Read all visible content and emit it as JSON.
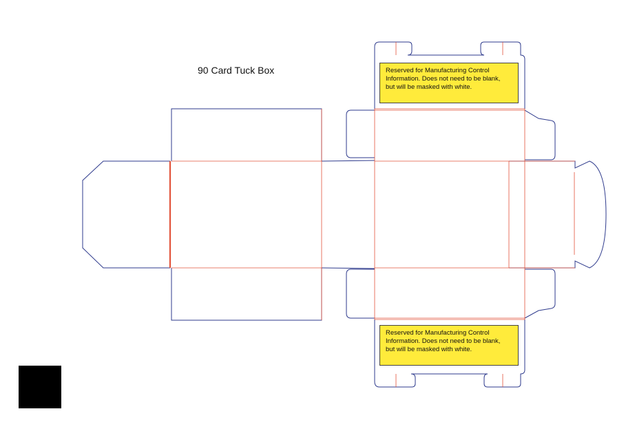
{
  "title": "90 Card Tuck Box",
  "notes": {
    "top": {
      "line1": "Reserved for Manufacturing Control",
      "line2": "Information.  Does not need to be blank,",
      "line3": "but will be masked with white."
    },
    "bottom": {
      "line1": "Reserved for Manufacturing Control",
      "line2": "Information.  Does not need to be blank,",
      "line3": "but will be masked with white."
    }
  },
  "colors": {
    "cut_line": "#2e3a8c",
    "fold_line": "#e2543b",
    "glue_line": "#e2543b",
    "note_fill": "#ffeb3b",
    "registration_mark": "#000000"
  }
}
